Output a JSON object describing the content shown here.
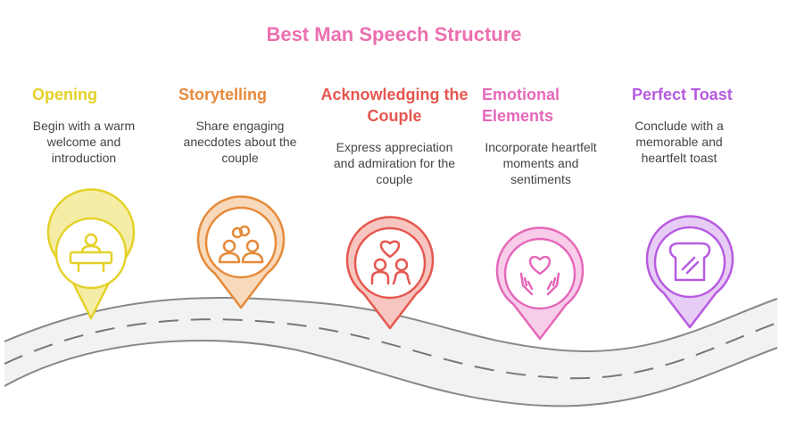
{
  "title": "Best Man Speech Structure",
  "colors": {
    "title": "#ec6fb0",
    "road_fill": "#f2f2f2",
    "road_edge": "#888888",
    "road_dash": "#777777",
    "description": "#444444"
  },
  "steps": [
    {
      "title": "Opening",
      "description": "Begin with a warm welcome and introduction",
      "color": "#e4d128",
      "icon": "podium-person-icon"
    },
    {
      "title": "Storytelling",
      "description": "Share engaging anecdotes about the couple",
      "color": "#e58a3a",
      "icon": "two-people-rings-icon"
    },
    {
      "title": "Acknowledging the Couple",
      "description": "Express appreciation and admiration for the couple",
      "color": "#e5574f",
      "icon": "couple-heart-icon"
    },
    {
      "title": "Emotional Elements",
      "description": "Incorporate heartfelt moments and sentiments",
      "color": "#e568b9",
      "icon": "hands-heart-icon"
    },
    {
      "title": "Perfect Toast",
      "description": "Conclude with a memorable and heartfelt toast",
      "color": "#b65be0",
      "icon": "toast-bread-icon"
    }
  ]
}
